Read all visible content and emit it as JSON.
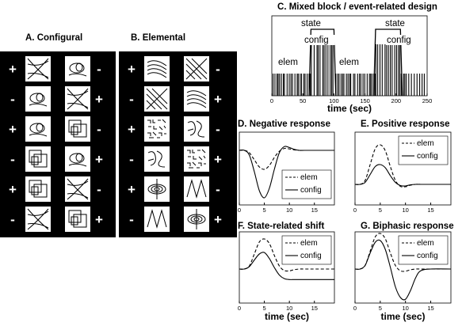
{
  "panel_a": {
    "title": "A. Configural",
    "rows": [
      {
        "left": {
          "sign": "+",
          "icon": "crossing-curves"
        },
        "right": {
          "sign": "-",
          "icon": "loop-figure"
        }
      },
      {
        "left": {
          "sign": "-",
          "icon": "loop-figure"
        },
        "right": {
          "sign": "+",
          "icon": "crossing-curves"
        }
      },
      {
        "left": {
          "sign": "+",
          "icon": "loop-figure"
        },
        "right": {
          "sign": "-",
          "icon": "overlapping-squares"
        }
      },
      {
        "left": {
          "sign": "-",
          "icon": "overlapping-squares"
        },
        "right": {
          "sign": "+",
          "icon": "loop-figure"
        }
      },
      {
        "left": {
          "sign": "+",
          "icon": "overlapping-squares"
        },
        "right": {
          "sign": "-",
          "icon": "crossing-curves"
        }
      },
      {
        "left": {
          "sign": "-",
          "icon": "crossing-curves"
        },
        "right": {
          "sign": "+",
          "icon": "overlapping-squares"
        }
      }
    ]
  },
  "panel_b": {
    "title": "B. Elemental",
    "rows": [
      {
        "left": {
          "sign": "+",
          "icon": "parallel-curves"
        },
        "right": {
          "sign": "-",
          "icon": "diagonal-lines"
        }
      },
      {
        "left": {
          "sign": "-",
          "icon": "diagonal-lines"
        },
        "right": {
          "sign": "+",
          "icon": "parallel-curves"
        }
      },
      {
        "left": {
          "sign": "+",
          "icon": "scattered-glyphs"
        },
        "right": {
          "sign": "-",
          "icon": "curvy-strokes"
        }
      },
      {
        "left": {
          "sign": "-",
          "icon": "curvy-strokes"
        },
        "right": {
          "sign": "+",
          "icon": "scattered-glyphs"
        }
      },
      {
        "left": {
          "sign": "+",
          "icon": "concentric-ellipses"
        },
        "right": {
          "sign": "-",
          "icon": "zigzag-lines"
        }
      },
      {
        "left": {
          "sign": "-",
          "icon": "zigzag-lines"
        },
        "right": {
          "sign": "+",
          "icon": "concentric-ellipses"
        }
      }
    ]
  },
  "chart_data": [
    {
      "panel": "C",
      "type": "line",
      "title": "C. Mixed block / event-related design",
      "xlabel": "time (sec)",
      "ylabel": "",
      "xlim": [
        0,
        250
      ],
      "x_ticks": [
        0,
        50,
        100,
        150,
        200,
        250
      ],
      "series": [
        {
          "name": "state",
          "description": "block boxcar",
          "segments": [
            [
              63,
              100
            ],
            [
              167,
              207
            ]
          ]
        },
        {
          "name": "config",
          "description": "event spikes within blocks"
        },
        {
          "name": "elem",
          "description": "event spikes outside blocks"
        }
      ],
      "annotations": [
        "state",
        "config",
        "elem",
        "elem",
        "state",
        "config"
      ]
    },
    {
      "panel": "D",
      "type": "line",
      "title": "D. Negative response",
      "xlim": [
        0,
        19
      ],
      "x_ticks": [
        0,
        5,
        10,
        15
      ],
      "legend": "bottom-right",
      "series": [
        {
          "name": "elem",
          "style": "dashed",
          "x": [
            0,
            1,
            2,
            3,
            4,
            5,
            6,
            7,
            8,
            9,
            10,
            11,
            12,
            13,
            15,
            19
          ],
          "y": [
            0,
            0,
            -0.05,
            -0.2,
            -0.35,
            -0.4,
            -0.32,
            -0.15,
            -0.02,
            0.04,
            0.03,
            0.01,
            0,
            0,
            0,
            0
          ]
        },
        {
          "name": "config",
          "style": "solid",
          "x": [
            0,
            1,
            2,
            3,
            4,
            5,
            6,
            7,
            8,
            9,
            10,
            11,
            12,
            13,
            15,
            19
          ],
          "y": [
            0,
            0,
            -0.1,
            -0.45,
            -0.85,
            -1.0,
            -0.8,
            -0.4,
            -0.05,
            0.08,
            0.06,
            0.02,
            0,
            0,
            0,
            0
          ]
        }
      ]
    },
    {
      "panel": "E",
      "type": "line",
      "title": "E. Positive response",
      "xlim": [
        0,
        19
      ],
      "x_ticks": [
        0,
        5,
        10,
        15
      ],
      "legend": "top-right",
      "series": [
        {
          "name": "elem",
          "style": "dashed",
          "x": [
            0,
            1,
            2,
            3,
            4,
            5,
            6,
            7,
            8,
            9,
            10,
            11,
            12,
            13,
            15,
            19
          ],
          "y": [
            0,
            0,
            0.1,
            0.5,
            0.9,
            1.0,
            0.85,
            0.45,
            0.1,
            -0.05,
            -0.06,
            -0.02,
            0,
            0,
            0,
            0
          ]
        },
        {
          "name": "config",
          "style": "solid",
          "x": [
            0,
            1,
            2,
            3,
            4,
            5,
            6,
            7,
            8,
            9,
            10,
            11,
            12,
            13,
            15,
            19
          ],
          "y": [
            0,
            0,
            0.05,
            0.25,
            0.45,
            0.5,
            0.42,
            0.22,
            0.05,
            -0.03,
            -0.04,
            -0.01,
            0,
            0,
            0,
            0
          ]
        }
      ]
    },
    {
      "panel": "F",
      "type": "line",
      "title": "F. State-related shift",
      "xlim": [
        0,
        19
      ],
      "x_ticks": [
        0,
        5,
        10,
        15
      ],
      "xlabel": "time (sec)",
      "legend": "top-right",
      "series": [
        {
          "name": "elem",
          "style": "dashed",
          "x": [
            0,
            1,
            2,
            3,
            4,
            5,
            6,
            7,
            8,
            9,
            10,
            11,
            12,
            13,
            15,
            19
          ],
          "y": [
            0,
            0,
            0.1,
            0.5,
            0.9,
            1.0,
            0.85,
            0.45,
            0.1,
            -0.05,
            -0.06,
            -0.02,
            0,
            0,
            0,
            0
          ]
        },
        {
          "name": "config",
          "style": "solid",
          "x": [
            0,
            1,
            2,
            3,
            4,
            5,
            6,
            7,
            8,
            9,
            10,
            11,
            12,
            13,
            15,
            19
          ],
          "y": [
            0,
            0,
            0.08,
            0.3,
            0.5,
            0.55,
            0.35,
            0.05,
            -0.2,
            -0.32,
            -0.35,
            -0.35,
            -0.35,
            -0.35,
            -0.35,
            -0.35
          ]
        }
      ]
    },
    {
      "panel": "G",
      "type": "line",
      "title": "G. Biphasic response",
      "xlim": [
        0,
        19
      ],
      "x_ticks": [
        0,
        5,
        10,
        15
      ],
      "xlabel": "time (sec)",
      "legend": "top-right",
      "series": [
        {
          "name": "elem",
          "style": "dashed",
          "x": [
            0,
            1,
            2,
            3,
            4,
            5,
            6,
            7,
            8,
            9,
            10,
            11,
            12,
            13,
            15,
            19
          ],
          "y": [
            0,
            0,
            0.1,
            0.5,
            0.9,
            1.0,
            0.85,
            0.45,
            0.1,
            -0.05,
            -0.06,
            -0.02,
            0,
            0,
            0,
            0
          ]
        },
        {
          "name": "config",
          "style": "solid",
          "x": [
            0,
            1,
            2,
            3,
            4,
            5,
            6,
            7,
            8,
            9,
            10,
            11,
            12,
            13,
            15,
            19
          ],
          "y": [
            0,
            0,
            0.1,
            0.45,
            0.75,
            0.8,
            0.55,
            0.05,
            -0.5,
            -0.8,
            -0.85,
            -0.6,
            -0.25,
            -0.05,
            0,
            0
          ]
        }
      ]
    }
  ]
}
